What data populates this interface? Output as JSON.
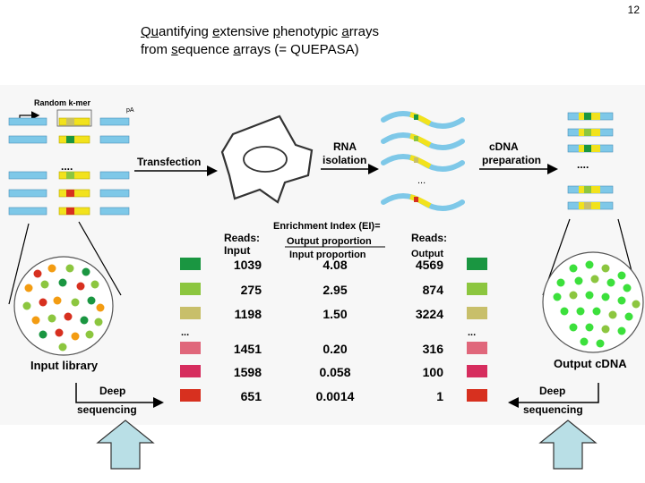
{
  "slide_number": "12",
  "title": {
    "line1": [
      {
        "u": "Qu",
        "t": "antifying "
      },
      {
        "u": "e",
        "t": "xtensive "
      },
      {
        "u": "p",
        "t": "henotypic "
      },
      {
        "u": "a",
        "t": "rrays"
      }
    ],
    "line2": [
      {
        "u": "",
        "t": "from "
      },
      {
        "u": "s",
        "t": "equence "
      },
      {
        "u": "a",
        "t": "rrays (=  QUEPASA)"
      }
    ]
  },
  "labels": {
    "random_kmer": "Random k-mer",
    "pA": "pA",
    "transfection": "Transfection",
    "rna_isolation": [
      "RNA",
      "isolation"
    ],
    "cdna_preparation": [
      "cDNA",
      "preparation"
    ],
    "enrichment_index": "Enrichment Index (EI)=",
    "output_proportion": "Output proportion",
    "input_proportion": "Input proportion",
    "reads_input": [
      "Reads:",
      "Input"
    ],
    "reads_output": [
      "Reads:",
      "Output"
    ],
    "input_library": "Input library",
    "output_cdna": "Output cDNA",
    "deep_sequencing": [
      "Deep",
      "sequencing"
    ],
    "dots": "....",
    "ellipsis": "..."
  },
  "table": {
    "rows": [
      {
        "color": "#1a9641",
        "input": "1039",
        "ei": "4.08",
        "output": "4569"
      },
      {
        "color": "#8cc63f",
        "input": "275",
        "ei": "2.95",
        "output": "874"
      },
      {
        "color": "#c8bf6a",
        "input": "1198",
        "ei": "1.50",
        "output": "3224"
      },
      {
        "color": "#e0677b",
        "input": "1451",
        "ei": "0.20",
        "output": "316"
      },
      {
        "color": "#d62d5e",
        "input": "1598",
        "ei": "0.058",
        "output": "100"
      },
      {
        "color": "#d7301f",
        "input": "651",
        "ei": "0.0014",
        "output": "1"
      }
    ]
  },
  "colors": {
    "strand": "#7ec8e8",
    "kmer_yellow": "#f2e21c",
    "arrow_fill": "#b9dfe6",
    "green": "#1a9641",
    "light_green": "#8cc63f",
    "olive": "#c8bf6a",
    "red": "#d7301f",
    "orange": "#f39c12"
  }
}
